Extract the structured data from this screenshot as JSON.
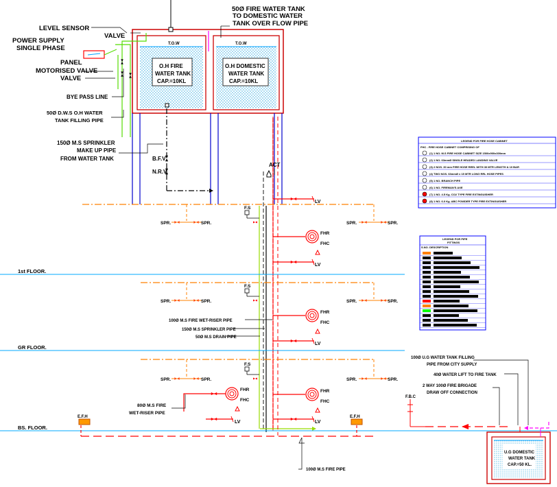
{
  "labels": {
    "level_sensor": "LEVEL SENSOR",
    "valve_top": "VALVE",
    "power_supply_1": "POWER SUPPLY",
    "power_supply_2": "SINGLE PHASE",
    "panel": "PANEL",
    "motorised_valve": "MOTORISED VALVE",
    "valve_lower": "VALVE",
    "bye_pass_line": "BYE PASS LINE",
    "dws_fill_1": "50Ø D.W.S O.H WATER",
    "dws_fill_2": "TANK FILLING PIPE",
    "sprinkler_1": "150Ø M.S SPRINKLER",
    "sprinkler_2": "MAKE UP PIPE",
    "sprinkler_3": "FROM WATER TANK",
    "fire_tank_pipe_1": "50Ø FIRE WATER TANK",
    "fire_tank_pipe_2": "TO DOMESTIC WATER",
    "fire_tank_pipe_3": "TANK OVER FLOW PIPE",
    "bfv": "B.F.V",
    "nrv": "N.R.V",
    "act": "ACT",
    "lv": "LV",
    "fs": "F.S",
    "spr": "SPR.",
    "fhr": "FHR",
    "fhc": "FHC",
    "floor_1st": "1st FLOOR.",
    "floor_gr": "GR FLOOR.",
    "floor_bs": "BS. FLOOR.",
    "wet_riser": "100Ø M.S FIRE WET-RISER PIPE",
    "sprinkler_pipe": "150Ø M.S SPRINKLER PIPE",
    "drain_pipe": "50Ø M.S DRAIN PIPE",
    "bs_riser_1": "80Ø M.S FIRE",
    "bs_riser_2": "WET-RISER PIPE",
    "efh": "E.F.H",
    "fbc": "F.B.C",
    "ug_fill_1": "100Ø U.G WATER TANK FILLING",
    "ug_fill_2": "PIPE FROM CITY SUPPLY",
    "water_lift": "40Ø WATER LIFT TO FIRE TANK",
    "brigade_1": "2 WAY 100Ø FIRE BRIGADE",
    "brigade_2": "DRAW OFF CONNECTION",
    "fire_pipe": "100Ø M.S FIRE PIPE"
  },
  "tanks": {
    "fire": {
      "tow": "T.O.W",
      "line1": "O.H FIRE",
      "line2": "WATER TANK",
      "line3": "CAP.=10KL"
    },
    "domestic": {
      "tow": "T.O.W",
      "line1": "O.H DOMESTIC",
      "line2": "WATER TANK",
      "line3": "CAP.=10KL"
    },
    "ug": {
      "line1": "U.G DOMESTIC",
      "line2": "WATER TANK",
      "line3": "CAP.=50 KL."
    }
  },
  "legend_cabinet": {
    "title": "LEGEND FOR FIRE HOSE CABINET",
    "subtitle": "FHC - FIRE HOSE CABINET COMPRISING OF",
    "items": [
      "(1) 1 NO. M.S FIRE HOSE CABINET SIZE 1500x900x300mm",
      "(2) 1 NO. 63mmØ SINGLE HEADED LANDING VALVE",
      "(3) 2 NOS. 30 mm FIRE HOSE REEL WITH 30 MTR LENGTH & 10 BAR",
      "(4) TWO NOS. 63mmØ x 15 MTR LONG RRL HOSE PIPES",
      "(5) 1 NO. BRANCH PIPE",
      "(6) 1 NO. FIREMAN'S AXE",
      "(7) 1 NO. 4.5 Kg. CO2 TYPE FIRE EXTINGUISHER",
      "(8) 1 NO. 6.0 Kg. ABC POWDER TYPE FIRE EXTINGUISHER"
    ]
  },
  "legend_pipe": {
    "title_1": "LEGEND FOR PIPE",
    "title_2": "FITTINGS",
    "header": "S.NO.  DESCRIPTION",
    "rows": 16
  },
  "colors": {
    "fire_pipe": "#ff0000",
    "sprinkler_pipe": "#ff8000",
    "drain_pipe": "#00ff00",
    "tank_outline": "#cc0000",
    "tank_water": "#40c0ff",
    "floor_line": "#00aaff",
    "column": "#0000cc",
    "bypass_pipe": "#55dd00",
    "overflow_pipe": "#ff00ff",
    "legend_border": "#0000ff"
  }
}
